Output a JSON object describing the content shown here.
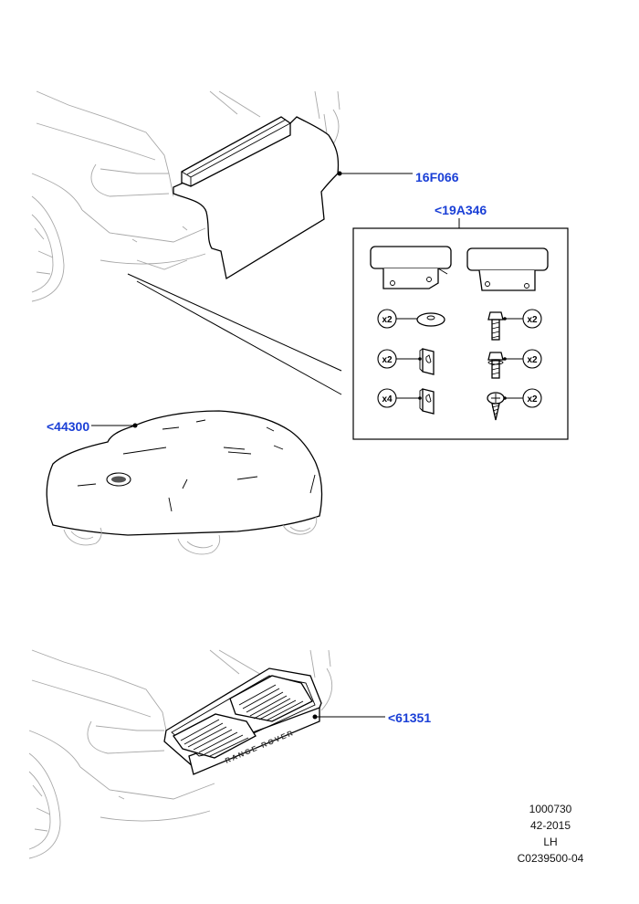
{
  "callouts": {
    "mud_protector": "16F066",
    "mudflap_kit": "<19A346",
    "car_cover": "<44300",
    "bumper_protector": "<61351"
  },
  "kit_quantities": {
    "washer": "x2",
    "bolt_top": "x2",
    "clip_a": "x2",
    "bolt_mid": "x2",
    "clip_b": "x4",
    "screw": "x2"
  },
  "protector_badge": "RANGE ROVER",
  "drawing_info": {
    "number": "1000730",
    "date": "42-2015",
    "side": "LH",
    "code": "C0239500-04"
  }
}
